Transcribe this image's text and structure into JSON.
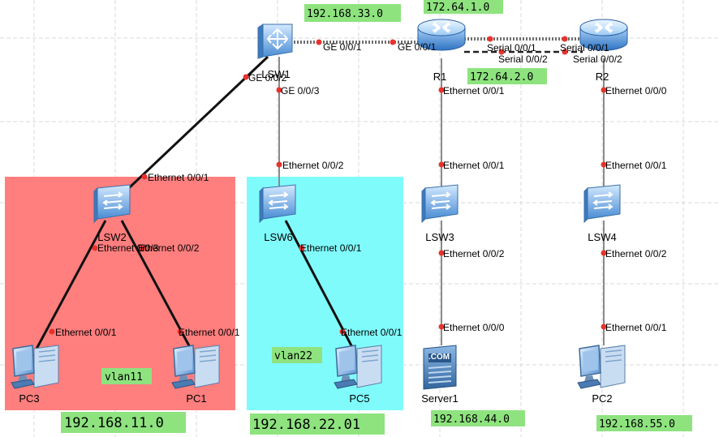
{
  "networks": {
    "n33": "192.168.33.0",
    "n64_1": "172.64.1.0",
    "n64_2": "172.64.2.0",
    "n11": "192.168.11.0",
    "n22": "192.168.22.01",
    "n44": "192.168.44.0",
    "n55": "192.168.55.0"
  },
  "vlans": {
    "v11": "vlan11",
    "v22": "vlan22"
  },
  "devices": {
    "lsw1": "LSW1",
    "r1": "R1",
    "r2": "R2",
    "lsw2": "LSW2",
    "lsw6": "LSW6",
    "lsw3": "LSW3",
    "lsw4": "LSW4",
    "pc3": "PC3",
    "pc1": "PC1",
    "pc5": "PC5",
    "server1": "Server1",
    "pc2": "PC2"
  },
  "server_badge": ".COM",
  "ports": {
    "lsw1_ge001": "GE 0/0/1",
    "r1_ge001": "GE 0/0/1",
    "r1_s001": "Serial 0/0/1",
    "r2_s001": "Serial 0/0/1",
    "r1_s002": "Serial 0/0/2",
    "r2_s002": "Serial 0/0/2",
    "lsw1_ge002": "GE 0/0/2",
    "lsw1_ge003": "GE 0/0/3",
    "r1_e001": "Ethernet 0/0/1",
    "r2_e000": "Ethernet 0/0/0",
    "lsw2_e001": "Ethernet 0/0/1",
    "lsw6_e002": "Ethernet 0/0/2",
    "lsw3_e001": "Ethernet 0/0/1",
    "lsw4_e001": "Ethernet 0/0/1",
    "lsw2_e003": "Ethernet 0/0/3",
    "lsw2_e002": "Ethernet 0/0/2",
    "lsw6_e001": "Ethernet 0/0/1",
    "lsw3_e002": "Ethernet 0/0/2",
    "lsw4_e002": "Ethernet 0/0/2",
    "pc3_e001": "Ethernet 0/0/1",
    "pc1_e001": "Ethernet 0/0/1",
    "pc5_e001": "Ethernet 0/0/1",
    "server1_e000": "Ethernet 0/0/0",
    "pc2_e001": "Ethernet 0/0/1"
  },
  "colors": {
    "vlan11_zone": "#ff7e7e",
    "vlan22_zone": "#80fbfb",
    "net_label": "#8ee37f",
    "port_dot": "#e8322c"
  },
  "icons": {
    "core_switch": "layer3-switch-icon",
    "router": "router-icon",
    "access_switch": "switch-icon",
    "pc": "pc-icon",
    "server": "server-icon"
  }
}
